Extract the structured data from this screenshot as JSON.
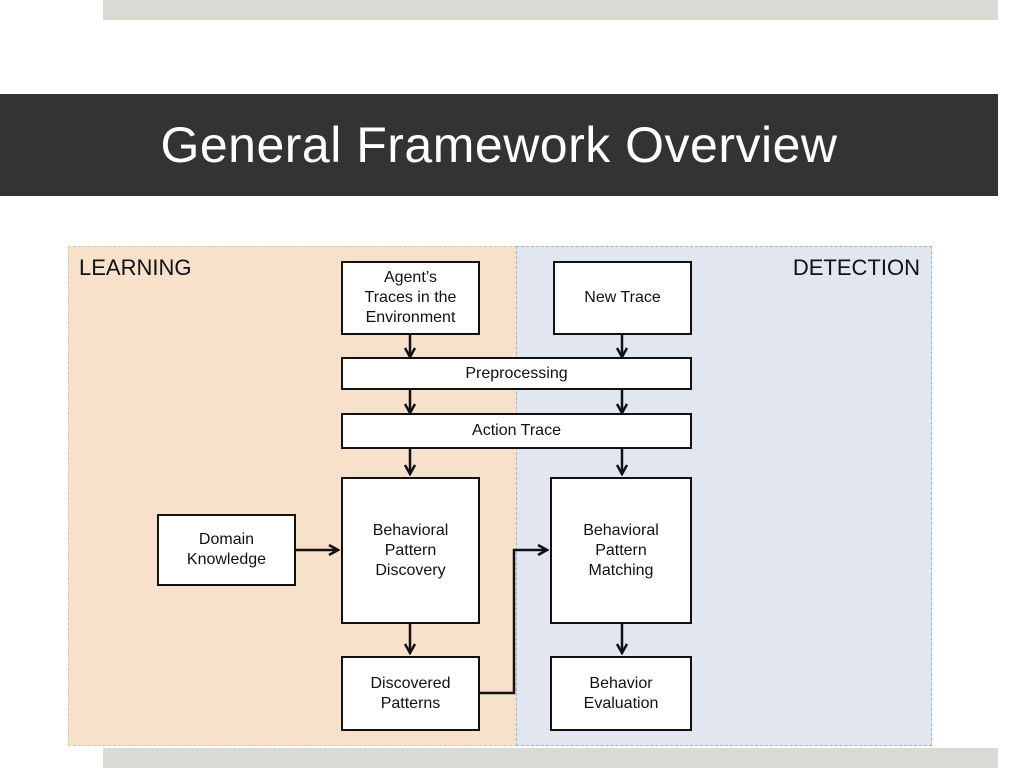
{
  "slide": {
    "title": "General Framework Overview"
  },
  "regions": {
    "learning": {
      "label": "LEARNING",
      "color": "#f7e1ca"
    },
    "detection": {
      "label": "DETECTION",
      "color": "#e2e6f1"
    }
  },
  "nodes": {
    "agents_traces": "Agent’s\nTraces in the\nEnvironment",
    "new_trace": "New Trace",
    "preprocessing": "Preprocessing",
    "action_trace": "Action Trace",
    "domain_knowledge": "Domain\nKnowledge",
    "pattern_discovery": "Behavioral\nPattern\nDiscovery",
    "pattern_matching": "Behavioral\nPattern\nMatching",
    "discovered_patterns": "Discovered\nPatterns",
    "behavior_evaluation": "Behavior\nEvaluation"
  },
  "edges": [
    {
      "from": "agents_traces",
      "to": "preprocessing"
    },
    {
      "from": "new_trace",
      "to": "preprocessing"
    },
    {
      "from": "preprocessing",
      "to": "action_trace"
    },
    {
      "from": "action_trace",
      "to": "pattern_discovery"
    },
    {
      "from": "action_trace",
      "to": "pattern_matching"
    },
    {
      "from": "domain_knowledge",
      "to": "pattern_discovery"
    },
    {
      "from": "pattern_discovery",
      "to": "discovered_patterns"
    },
    {
      "from": "discovered_patterns",
      "to": "pattern_matching"
    },
    {
      "from": "pattern_matching",
      "to": "behavior_evaluation"
    }
  ]
}
